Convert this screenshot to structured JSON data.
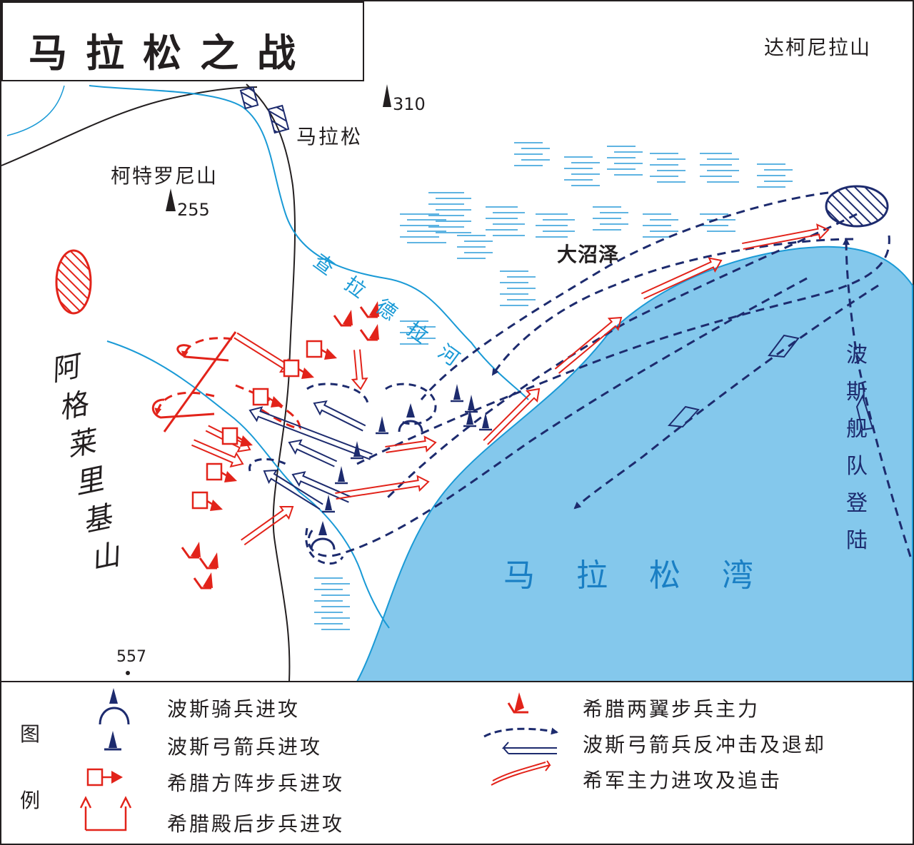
{
  "title": "马拉松之战",
  "places": {
    "dakenila": "达柯尼拉山",
    "kotroni": "柯特罗尼山",
    "marathon_town": "马拉松",
    "great_marsh": "大沼泽",
    "bay": "马拉松湾",
    "agrieliki": "阿格莱里基山",
    "river": "查拉德拉河",
    "fleet_landing": "波斯舰队登陆"
  },
  "elevations": {
    "peak_310": "310",
    "peak_255": "255",
    "peak_557": "557"
  },
  "legend": {
    "heading_top": "图",
    "heading_bottom": "例",
    "persian_cavalry": "波斯骑兵进攻",
    "persian_archers": "波斯弓箭兵进攻",
    "greek_phalanx": "希腊方阵步兵进攻",
    "greek_rearguard": "希腊殿后步兵进攻",
    "greek_wings": "希腊两翼步兵主力",
    "persian_counter": "波斯弓箭兵反冲击及退却",
    "greek_main_attack": "希军主力进攻及追击"
  },
  "colors": {
    "greek_red": "#e2231a",
    "persian_navy": "#1d2b6e",
    "water_fill": "#84c8ec",
    "river_blue": "#1a9ad6",
    "marsh_blue": "#2a9bd8",
    "ink": "#231f20"
  }
}
